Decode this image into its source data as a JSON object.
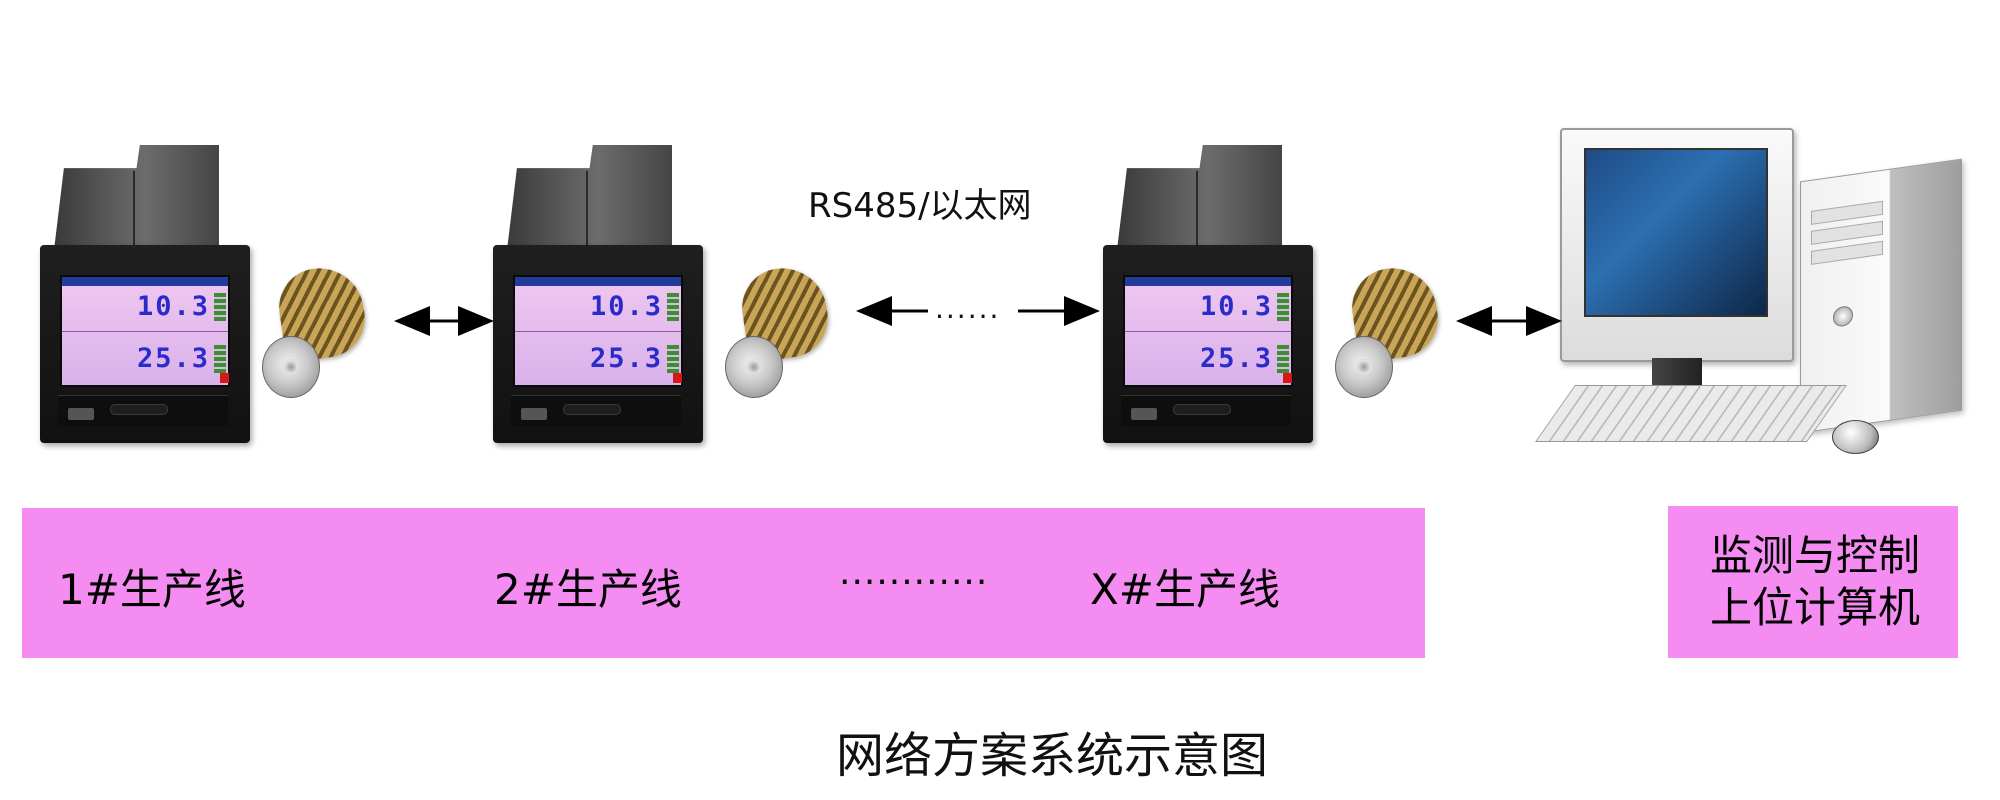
{
  "network_label": "RS485/以太网",
  "dots_arrow": "......",
  "recorder": {
    "value_top": "10.3",
    "value_bottom": "25.3"
  },
  "production_lines": [
    {
      "label": "1#生产线"
    },
    {
      "label": "2#生产线"
    },
    {
      "label": "............"
    },
    {
      "label": "X#生产线"
    }
  ],
  "pc_label": {
    "line1": "监测与控制",
    "line2": "上位计算机"
  },
  "caption": "网络方案系统示意图",
  "colors": {
    "band": "#f58cf2",
    "screen_value": "#2b2bcc",
    "arrow": "#000000"
  }
}
